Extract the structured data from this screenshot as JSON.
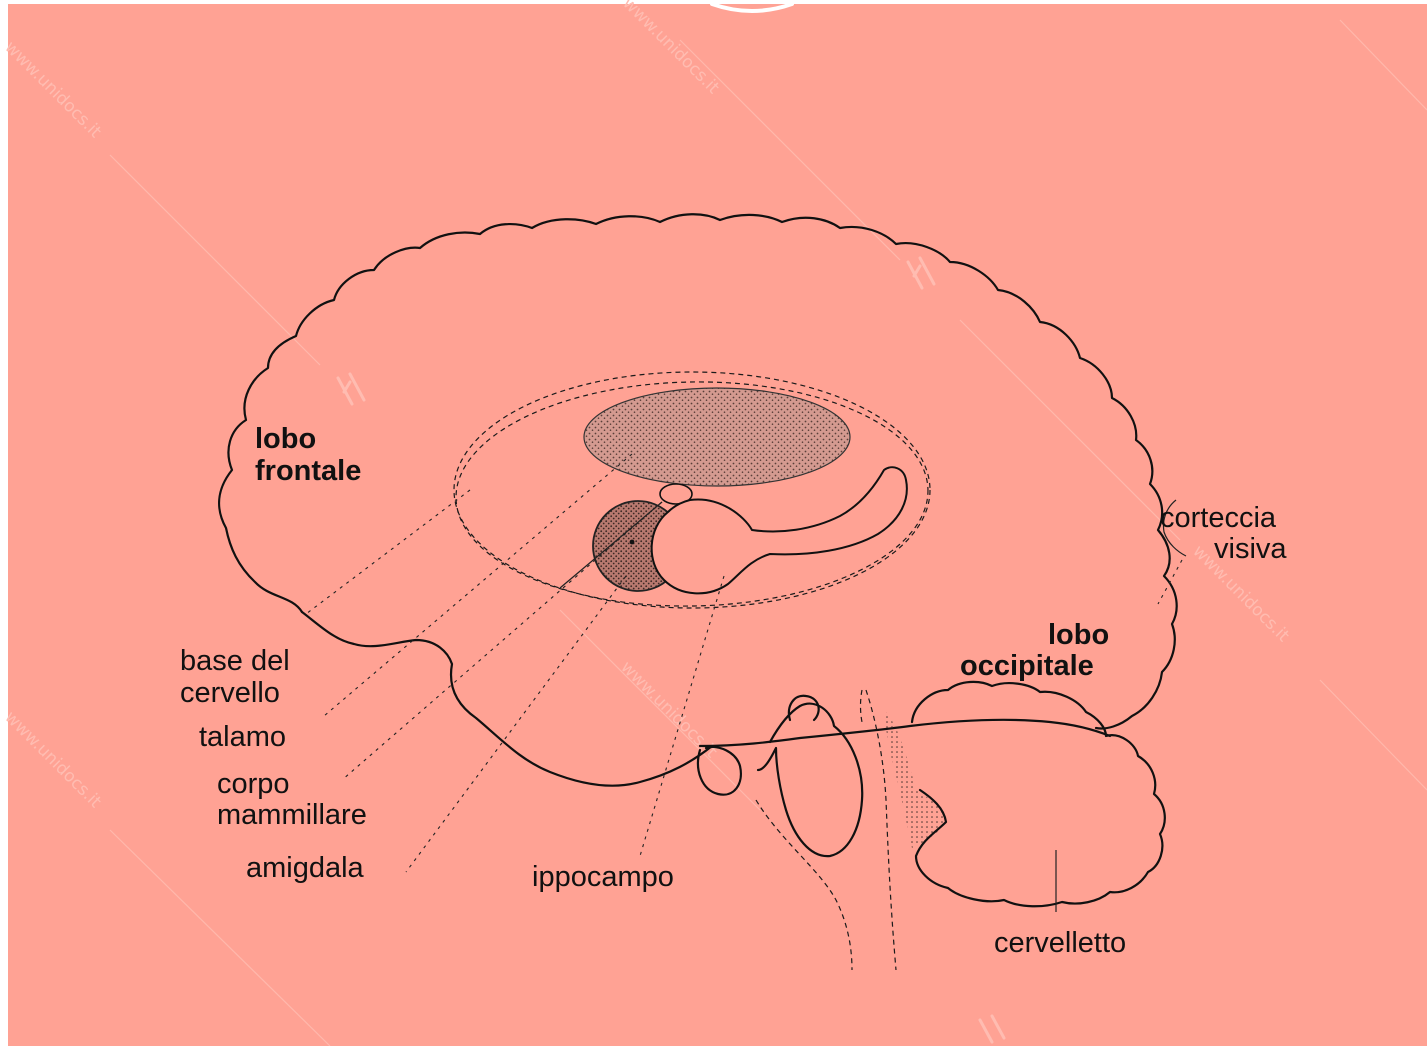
{
  "diagram": {
    "labels": {
      "frontal_lobe": [
        "lobo",
        "frontale"
      ],
      "visual_cortex": [
        "corteccia",
        "visiva"
      ],
      "occipital_lobe": [
        "lobo",
        "occipitale"
      ],
      "brain_base": [
        "base del",
        "cervello"
      ],
      "thalamus": "talamo",
      "mammillary_body": [
        "corpo",
        "mammillare"
      ],
      "amygdala": "amigdala",
      "hippocampus": "ippocampo",
      "cerebellum": "cervelletto"
    },
    "watermark": "www.unidocs.it",
    "colors": {
      "background": "#ffa294",
      "ink": "#111111",
      "watermark": "#ffbcb1"
    }
  }
}
